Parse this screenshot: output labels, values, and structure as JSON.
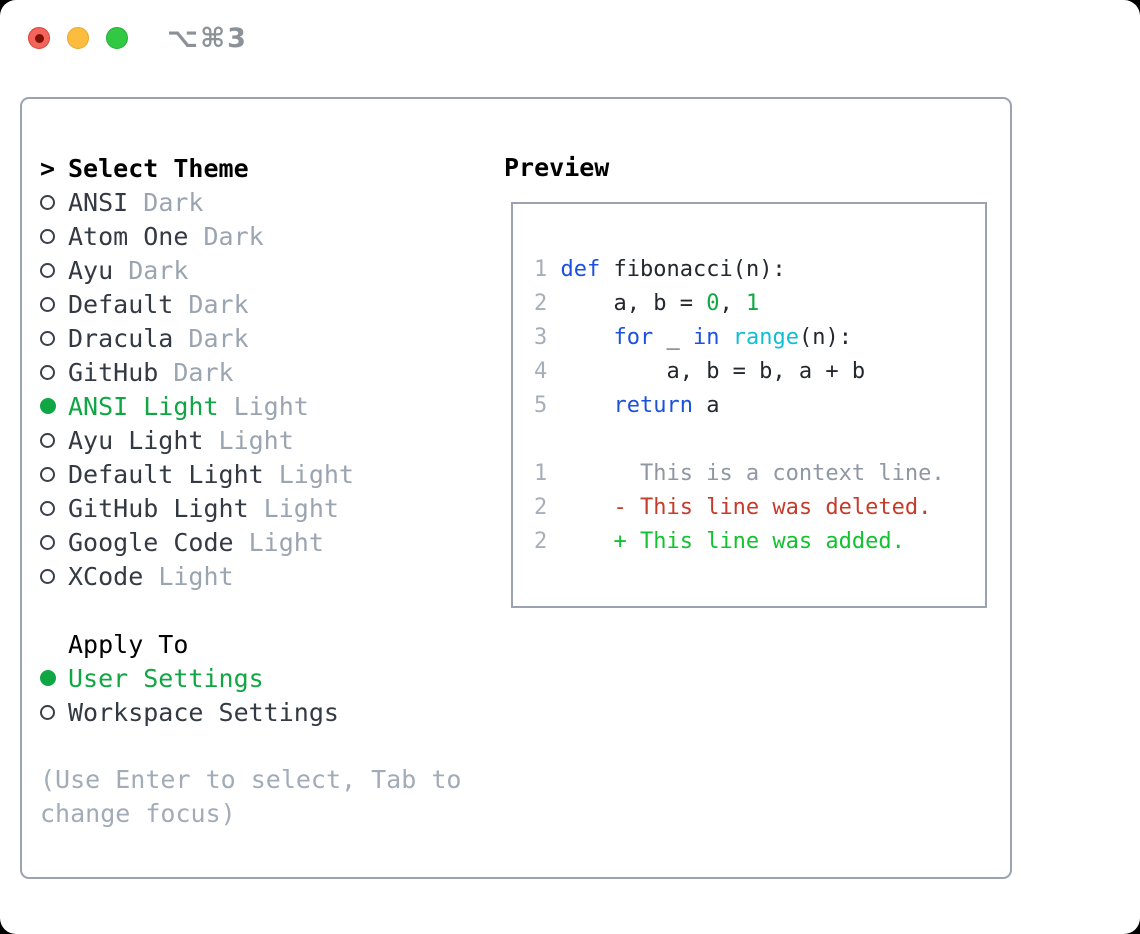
{
  "titlebar": {
    "shortcut": "⌥⌘3",
    "traffic_light_colors": {
      "close": "#f3645c",
      "minimize": "#fcbd3f",
      "zoom": "#31c843"
    }
  },
  "theme_panel": {
    "title_prefix": ">",
    "title": "Select Theme",
    "themes": [
      {
        "name": "ANSI",
        "variant": "Dark",
        "selected": false
      },
      {
        "name": "Atom One",
        "variant": "Dark",
        "selected": false
      },
      {
        "name": "Ayu",
        "variant": "Dark",
        "selected": false
      },
      {
        "name": "Default",
        "variant": "Dark",
        "selected": false
      },
      {
        "name": "Dracula",
        "variant": "Dark",
        "selected": false
      },
      {
        "name": "GitHub",
        "variant": "Dark",
        "selected": false
      },
      {
        "name": "ANSI Light",
        "variant": "Light",
        "selected": true
      },
      {
        "name": "Ayu Light",
        "variant": "Light",
        "selected": false
      },
      {
        "name": "Default Light",
        "variant": "Light",
        "selected": false
      },
      {
        "name": "GitHub Light",
        "variant": "Light",
        "selected": false
      },
      {
        "name": "Google Code",
        "variant": "Light",
        "selected": false
      },
      {
        "name": "XCode",
        "variant": "Light",
        "selected": false
      }
    ],
    "apply_to": {
      "title": "Apply To",
      "options": [
        {
          "label": "User Settings",
          "selected": true
        },
        {
          "label": "Workspace Settings",
          "selected": false
        }
      ]
    },
    "help_line1": "(Use Enter to select, Tab to",
    "help_line2": "change focus)"
  },
  "preview": {
    "title": "Preview",
    "code_lines": [
      [
        {
          "t": "1 ",
          "c": "ln"
        },
        {
          "t": "def",
          "c": "kw"
        },
        {
          "t": " fibonacci(n):",
          "c": "pl"
        }
      ],
      [
        {
          "t": "2 ",
          "c": "ln"
        },
        {
          "t": "    a, b = ",
          "c": "pl"
        },
        {
          "t": "0",
          "c": "num"
        },
        {
          "t": ", ",
          "c": "pl"
        },
        {
          "t": "1",
          "c": "num"
        }
      ],
      [
        {
          "t": "3 ",
          "c": "ln"
        },
        {
          "t": "    ",
          "c": "pl"
        },
        {
          "t": "for",
          "c": "kw"
        },
        {
          "t": " _ ",
          "c": "pl"
        },
        {
          "t": "in",
          "c": "kw"
        },
        {
          "t": " ",
          "c": "pl"
        },
        {
          "t": "range",
          "c": "bi"
        },
        {
          "t": "(n):",
          "c": "pl"
        }
      ],
      [
        {
          "t": "4 ",
          "c": "ln"
        },
        {
          "t": "        a, b = b, a + b",
          "c": "pl"
        }
      ],
      [
        {
          "t": "5 ",
          "c": "ln"
        },
        {
          "t": "    ",
          "c": "pl"
        },
        {
          "t": "return",
          "c": "kw"
        },
        {
          "t": " a",
          "c": "pl"
        }
      ],
      [],
      [
        {
          "t": "1 ",
          "c": "ln"
        },
        {
          "t": "      This is a context line.",
          "c": "ctx"
        }
      ],
      [
        {
          "t": "2 ",
          "c": "ln"
        },
        {
          "t": "    - This line was deleted.",
          "c": "del"
        }
      ],
      [
        {
          "t": "2 ",
          "c": "ln"
        },
        {
          "t": "    + This line was added.",
          "c": "add"
        }
      ]
    ]
  },
  "colors": {
    "selected_green": "#11a644",
    "variant_gray": "#9ba5b1",
    "help_gray": "#a2abb8",
    "border_gray": "#9aa3af",
    "keyword_blue": "#1b51dc",
    "builtin_cyan": "#12bdd4",
    "number_green": "#0fa843",
    "context_gray": "#8e97a3",
    "deleted_red": "#c53c2b",
    "added_green": "#12c22f",
    "line_number_gray": "#a6aeba"
  }
}
